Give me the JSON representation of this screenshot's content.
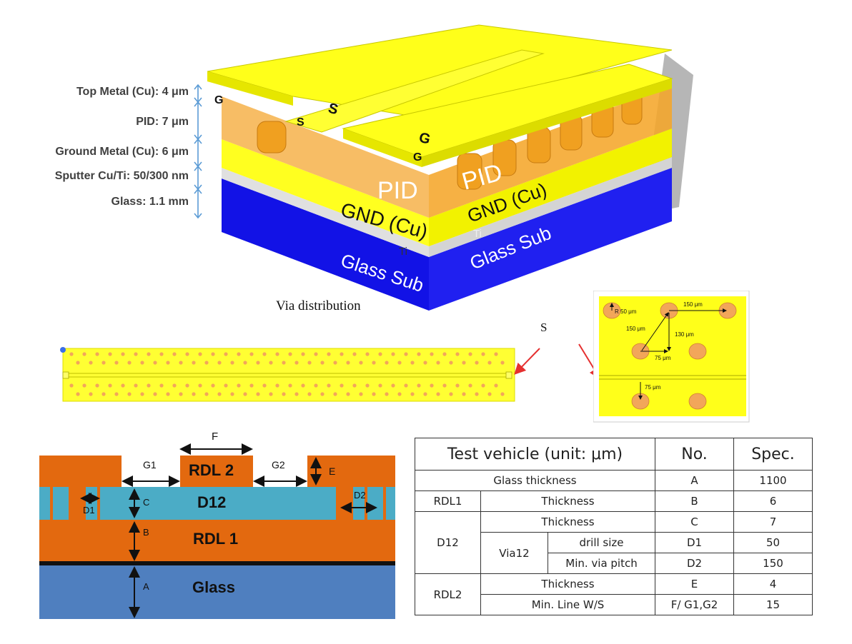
{
  "stack_labels": [
    "Top Metal (Cu): 4 μm",
    "PID: 7 μm",
    "Ground Metal (Cu): 6 μm",
    "Sputter Cu/Ti: 50/300 nm",
    "Glass: 1.1 mm"
  ],
  "model_3d": {
    "g_left": "G",
    "s_top": "S",
    "s_mid": "S",
    "g_right": "G",
    "g_side": "G",
    "pid_front": "PID",
    "pid_side": "PID",
    "gnd_front": "GND (Cu)",
    "gnd_side": "GND (Cu)",
    "ti_front": "Ti",
    "ti_side": "Ti",
    "glass_front": "Glass Sub",
    "glass_side": "Glass Sub"
  },
  "via_distribution": {
    "title": "Via distribution",
    "s_label": "S"
  },
  "zoom_detail": {
    "r_label": "R 50  μm",
    "pitch_h": "150 μm",
    "pitch_diag": "150 μm",
    "vert": "130 μm",
    "horiz": "75 μm",
    "bottom": "75 μm"
  },
  "cross_section": {
    "f": "F",
    "g1": "G1",
    "g2": "G2",
    "rdl2": "RDL 2",
    "e": "E",
    "c": "C",
    "d1": "D1",
    "d12": "D12",
    "d2": "D2",
    "b": "B",
    "rdl1": "RDL 1",
    "a": "A",
    "glass": "Glass"
  },
  "table": {
    "header": [
      "Test vehicle  (unit: μm)",
      "No.",
      "Spec."
    ],
    "glass_thickness": {
      "label": "Glass thickness",
      "no": "A",
      "spec": "1100"
    },
    "rdl1": {
      "group": "RDL1",
      "label": "Thickness",
      "no": "B",
      "spec": "6"
    },
    "d12_thickness": {
      "label": "Thickness",
      "no": "C",
      "spec": "7"
    },
    "d12_group": "D12",
    "via12_group": "Via12",
    "drill": {
      "label": "drill size",
      "no": "D1",
      "spec": "50"
    },
    "pitch": {
      "label": "Min. via pitch",
      "no": "D2",
      "spec": "150"
    },
    "rdl2_group": "RDL2",
    "rdl2_thickness": {
      "label": "Thickness",
      "no": "E",
      "spec": "4"
    },
    "line_ws": {
      "label": "Min. Line W/S",
      "no": "F/ G1,G2",
      "spec": "15"
    }
  },
  "colors": {
    "copper_yellow": "#f7f000",
    "pid_orange": "#f5a623",
    "glass_blue": "#1a1ae0",
    "rdl_orange": "#e3690f",
    "d12_teal": "#4bacc6",
    "glass_steel": "#4f7fbf",
    "via_dot": "#f2a65a",
    "arrow_red": "#e53030",
    "dim_blue": "#5b9bd5"
  }
}
